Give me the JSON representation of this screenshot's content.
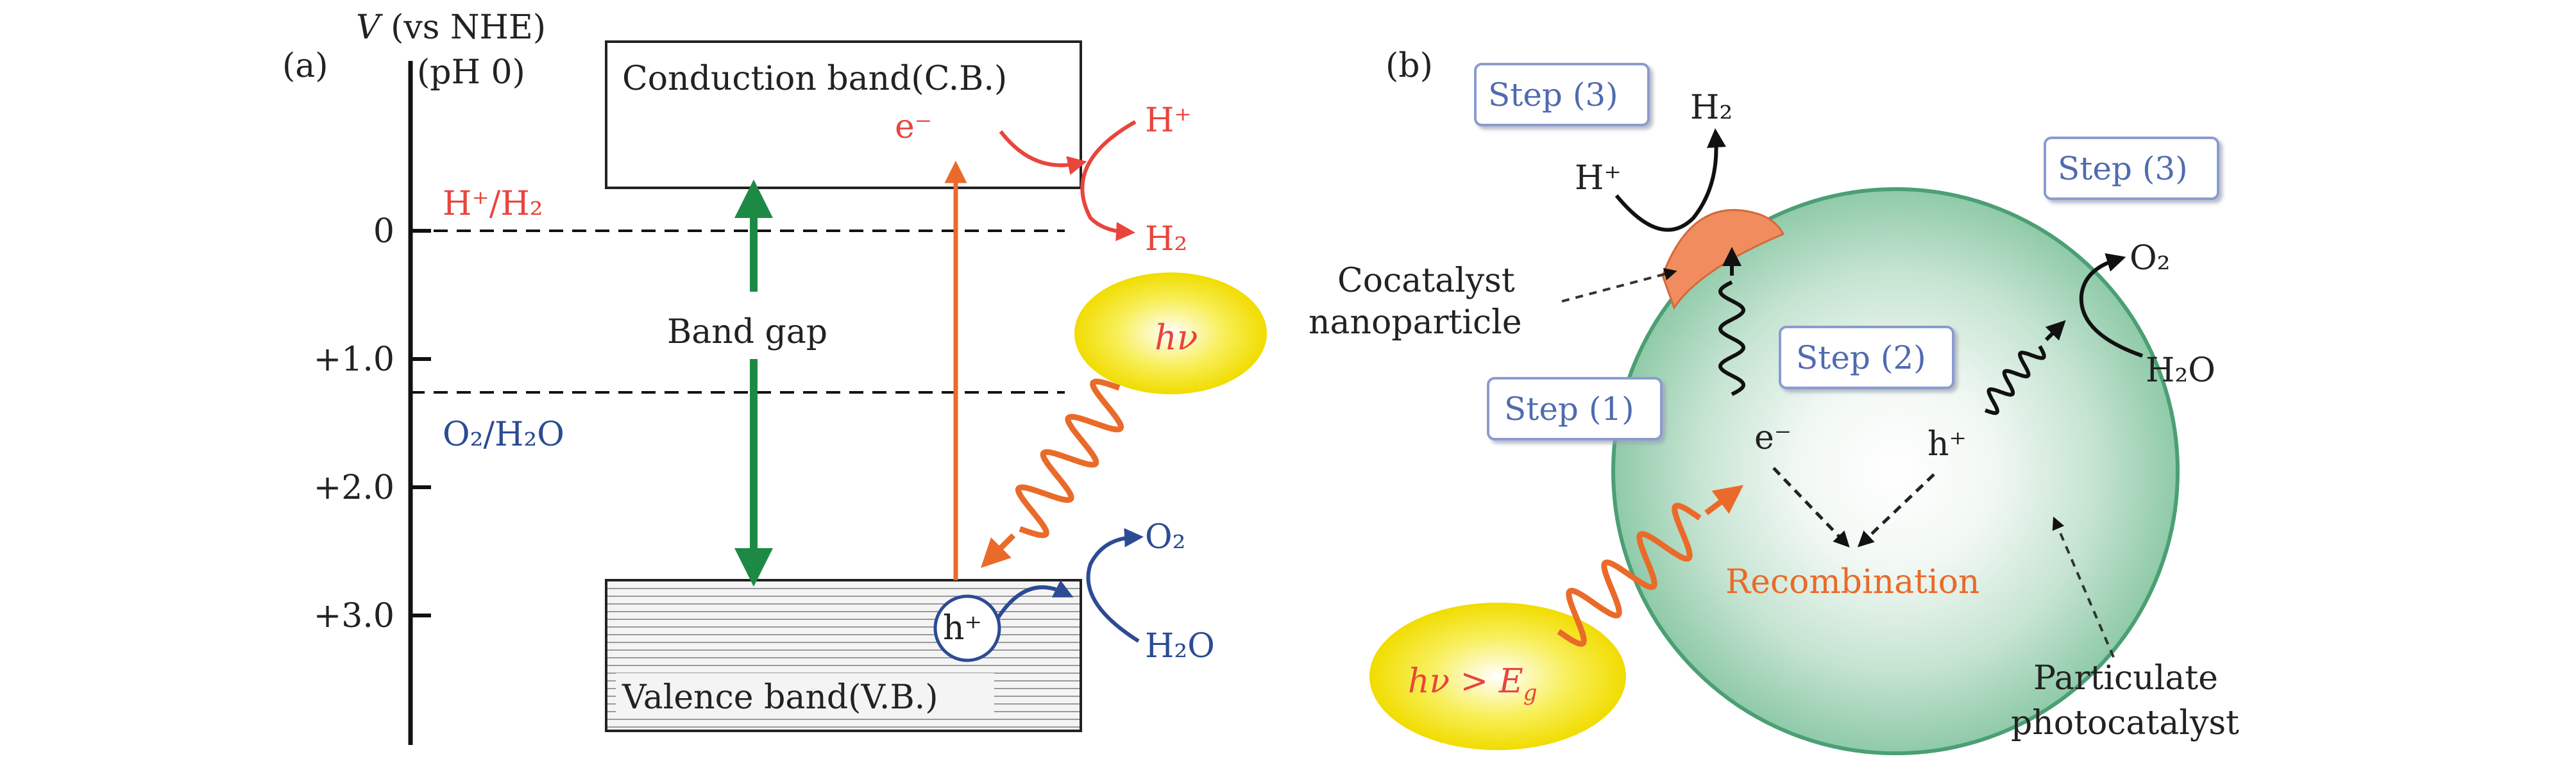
{
  "colors": {
    "proton_red": "#e8453c",
    "oxygen_blue": "#2c4b94",
    "bandgap_green": "#1c8a45",
    "light_orange": "#ea6a2a",
    "photon_yellow": "#f5e20a",
    "step_text": "#4f6bb0",
    "particle_green": "#7fc3a0",
    "cocatalyst_orange": "#f08c5e"
  },
  "panel_a": {
    "label": "(a)",
    "axis_title_var": "V",
    "axis_title_rest": " (vs NHE)",
    "axis_subtitle": "(pH 0)",
    "ticks": [
      {
        "label": "0",
        "value": 0
      },
      {
        "label": "+1.0",
        "value": 1.0
      },
      {
        "label": "+2.0",
        "value": 2.0
      },
      {
        "label": "+3.0",
        "value": 3.0
      }
    ],
    "conduction_band": "Conduction band(C.B.)",
    "valence_band": "Valence band(V.B.)",
    "band_gap": "Band gap",
    "h_h2_level": "H⁺/H₂",
    "o2_h2o_level": "O₂/H₂O",
    "electron": "e⁻",
    "hole": "h⁺",
    "proton": "H⁺",
    "hydrogen": "H₂",
    "oxygen": "O₂",
    "water": "H₂O",
    "photon": "hν"
  },
  "panel_b": {
    "label": "(b)",
    "steps": [
      "Step (1)",
      "Step (2)",
      "Step (3)",
      "Step (3)"
    ],
    "proton": "H⁺",
    "hydrogen": "H₂",
    "oxygen": "O₂",
    "water": "H₂O",
    "cocatalyst_line1": "Cocatalyst",
    "cocatalyst_line2": "nanoparticle",
    "electron": "e⁻",
    "hole": "h⁺",
    "recombination": "Recombination",
    "photocatalyst_line1": "Particulate",
    "photocatalyst_line2": "photocatalyst",
    "photon": "hν > E",
    "photon_sub": "g"
  }
}
